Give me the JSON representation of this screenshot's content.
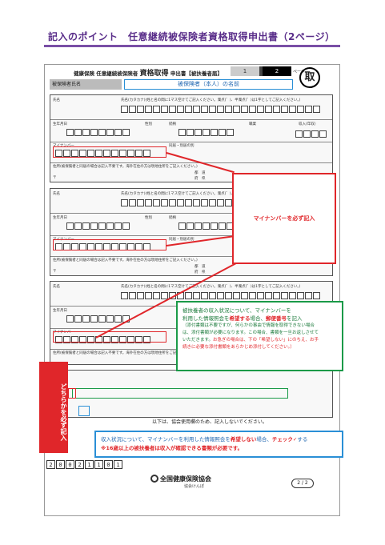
{
  "header": {
    "title": "記入のポイント　任意継続被保険者資格取得申出書（2ページ）"
  },
  "form": {
    "title_prefix": "健康保険 任意継続被保険者",
    "title_main": "資格取得",
    "title_suffix": "申出書【被扶養者届】",
    "page_current": "1",
    "page_next": "2",
    "page_suffix": "ページ",
    "stamp": "取",
    "insured_name_label": "被保険者氏名",
    "insured_name_value": "被保険者（本人）の名前",
    "field_name": "氏名",
    "field_kana": "氏名(カタカナ)(姓と名の間に1マス空けてご記入ください。濁点(゛)、半濁点(゜)は1字としてご記入ください。)",
    "field_birth": "生年月日",
    "field_gender": "性別",
    "field_relation": "続柄",
    "field_job": "職業",
    "field_income": "収入(年収)",
    "field_mynumber": "マイナンバー",
    "field_address": "住所(被保険者と同居の場合は記入不要です。海外在住の方は現地住所をご記入ください。)",
    "field_cohabit": "同居・別居の別",
    "field_pref": "都　道",
    "field_pref2": "府　県",
    "field_postal": "〒"
  },
  "annotations": {
    "mynumber_required": "マイナンバーを必ず記入",
    "either_required": "どちらかを必ず記入",
    "green_line1_a": "被扶養者の収入状況について、マイナンバーを",
    "green_line2_a": "利用した情報照会を",
    "green_line2_b": "希望する",
    "green_line2_c": "場合、",
    "green_line2_d": "郵便番号",
    "green_line2_e": "を記入",
    "green_small1": "（添付書類は不要ですが、何らかの事由で情報を取得できない場合",
    "green_small2": "は、添付書類が必要になります。この場合、書類を一旦お返しさせて",
    "green_small3": "いただきます。",
    "green_small4": "お急ぎの場合は、下の「希望しない」にのちえ、お手",
    "green_small5": "続きに必要な添付書類をあらかじめ添付してください。）",
    "blue_line1_a": "収入状況について、マイナンバーを利用した情報照会を",
    "blue_line1_b": "希望しない",
    "blue_line1_c": "場合、",
    "blue_line1_d": "チェック✓",
    "blue_line1_e": "する",
    "blue_line2": "※16歳以上の被扶養者は収入が確認できる書類が必要です。"
  },
  "footer": {
    "note": "以下は、協会使用欄のため、記入しないでください。",
    "date_digits": [
      "2",
      "0",
      "0",
      "2",
      "1",
      "1",
      "0",
      "1"
    ],
    "association": "全国健康保険協会",
    "association_sub": "協会けんぽ",
    "page_label": "2 / 2"
  },
  "colors": {
    "purple": "#5a2e8a",
    "red": "#e0262a",
    "green": "#1a9a48",
    "blue": "#2a8fd6"
  }
}
